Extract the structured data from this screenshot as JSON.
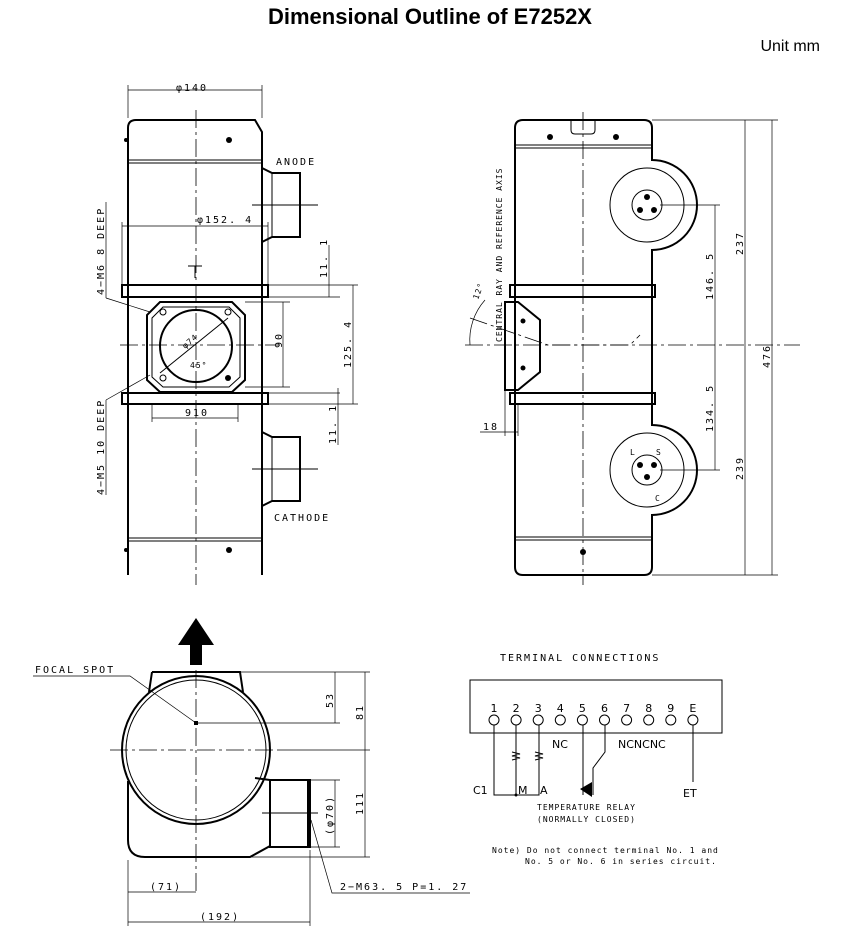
{
  "title": "Dimensional Outline of E7252X",
  "unit": "Unit mm",
  "side_view": {
    "dia_140": "φ140",
    "dia_152": "φ152. 4",
    "anode": "ANODE",
    "cathode": "CATHODE",
    "m6_holes": "4−M6  8  DEEP",
    "m5_holes": "4−M5  10  DEEP",
    "dim_11_1_top": "11. 1",
    "dim_11_1_bottom": "11. 1",
    "dim_125_4": "125. 4",
    "dim_90": "90",
    "dim_910": "910",
    "dia_74": "φ74",
    "angle_45": "45°"
  },
  "front_view": {
    "axis_label": "CENTRAL RAY AND REFERENCE AXIS",
    "angle_12": "12°",
    "dim_18": "18",
    "dim_146_5": "146. 5",
    "dim_134_5": "134. 5",
    "dim_237": "237",
    "dim_239": "239",
    "dim_476": "476",
    "pin_l": "L",
    "pin_s": "S",
    "pin_c": "C"
  },
  "end_view": {
    "focal_spot": "FOCAL SPOT",
    "dim_53": "53",
    "dim_81": "81",
    "dim_111": "111",
    "dia_70": "(φ70)",
    "dim_71": "(71)",
    "dim_192": "(192)",
    "thread": "2−M63. 5  P=1. 27"
  },
  "terminals": {
    "heading": "TERMINAL  CONNECTIONS",
    "numbers": [
      "1",
      "2",
      "3",
      "4",
      "5",
      "6",
      "7",
      "8",
      "9",
      "E"
    ],
    "nc_single": "NC",
    "nc_triple": "NCNCNC",
    "c1": "C1",
    "m": "M",
    "a": "A",
    "et": "ET",
    "relay_line1": "TEMPERATURE  RELAY",
    "relay_line2": "(NORMALLY  CLOSED)",
    "note_line1": "Note)  Do not connect terminal No. 1 and",
    "note_line2": "No. 5 or No. 6 in series circuit."
  }
}
